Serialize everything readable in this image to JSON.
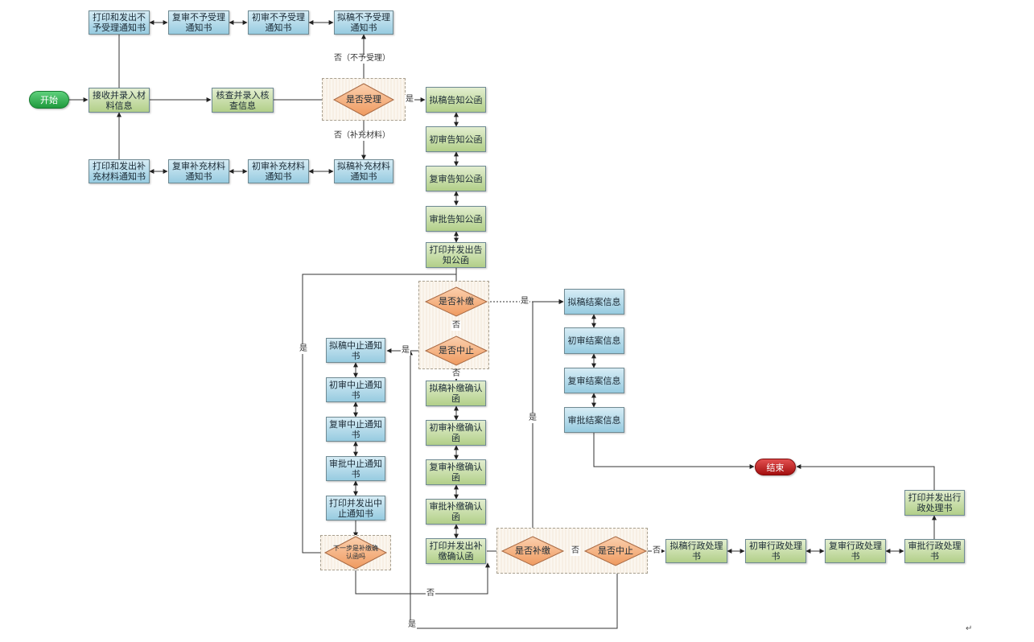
{
  "terminals": {
    "start": "开始",
    "end": "结束"
  },
  "row1": {
    "print_reject": "打印和发出不予受理通知书",
    "review2_reject": "复审不予受理通知书",
    "review1_reject": "初审不予受理通知书",
    "draft_reject": "拟稿不予受理通知书"
  },
  "row2": {
    "receive": "接收并录入材料信息",
    "check": "核查并录入核查信息",
    "accept_q": "是否受理"
  },
  "row3": {
    "print_supp": "打印和发出补充材料通知书",
    "review2_supp": "复审补充材料通知书",
    "review1_supp": "初审补充材料通知书",
    "draft_supp": "拟稿补充材料通知书"
  },
  "notice": {
    "draft": "拟稿告知公函",
    "review1": "初审告知公函",
    "review2": "复审告知公函",
    "approve": "审批告知公函",
    "print": "打印并发出告知公函"
  },
  "decisions": {
    "pay_q": "是否补缴",
    "stop_q": "是否中止",
    "next_confirm_q": "下一步是补缴确认函吗",
    "pay_q2": "是否补缴",
    "stop_q2": "是否中止"
  },
  "stop_notice": {
    "draft": "拟稿中止通知书",
    "review1": "初审中止通知书",
    "review2": "复审中止通知书",
    "approve": "审批中止通知书",
    "print": "打印并发出中止通知书"
  },
  "confirm": {
    "draft": "拟稿补缴确认函",
    "review1": "初审补缴确认函",
    "review2": "复审补缴确认函",
    "approve": "审批补缴确认函",
    "print": "打印并发出补缴确认函"
  },
  "close_case": {
    "draft": "拟稿结案信息",
    "review1": "初审结案信息",
    "review2": "复审结案信息",
    "approve": "审批结案信息"
  },
  "admin": {
    "draft": "拟稿行政处理书",
    "review1": "初审行政处理书",
    "review2": "复审行政处理书",
    "approve": "审批行政处理书",
    "print": "打印并发出行政处理书"
  },
  "labels": {
    "no_reject": "否（不予受理）",
    "no_supp": "否（补充材料）",
    "yes": "是",
    "no": "否"
  },
  "colors": {
    "blue_node": "#97cbe0",
    "green_node": "#b2cf89",
    "diamond": "#f4a975",
    "start": "#1f9a3d",
    "end": "#a40f0f",
    "line": "#333333"
  }
}
